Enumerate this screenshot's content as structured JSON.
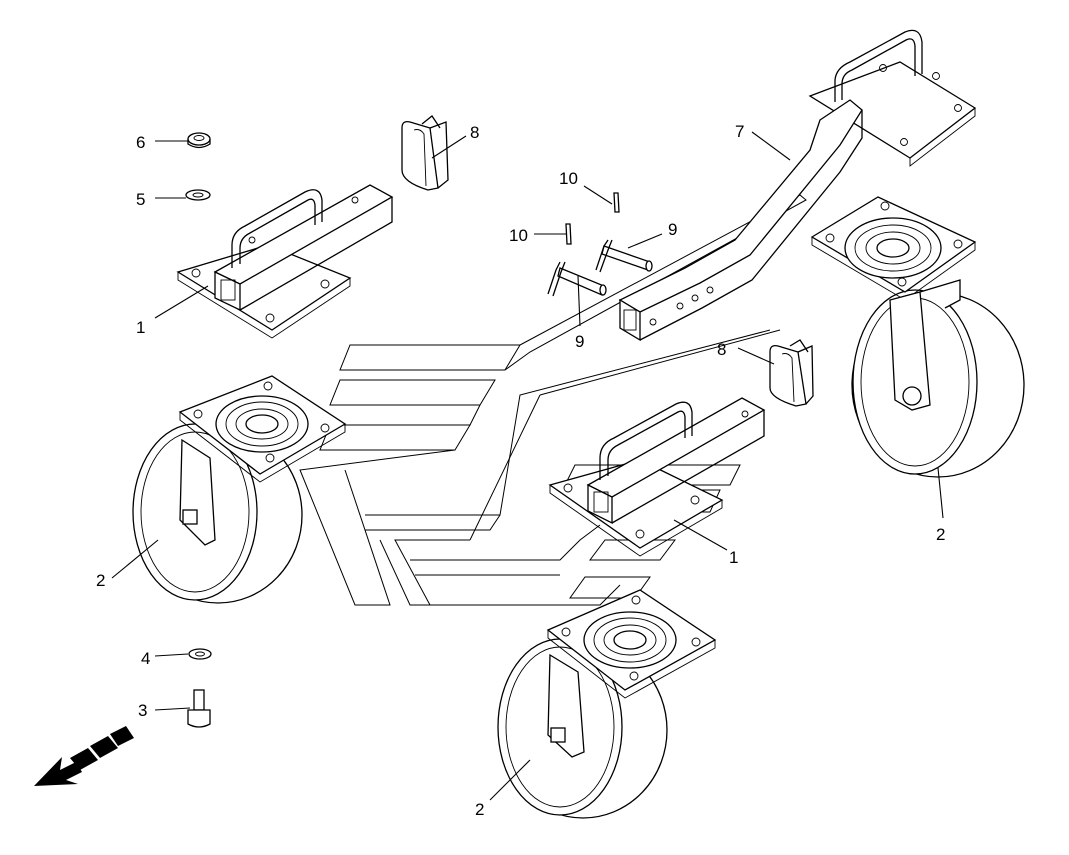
{
  "callouts": {
    "c1a": "1",
    "c1b": "1",
    "c2a": "2",
    "c2b": "2",
    "c2c": "2",
    "c3": "3",
    "c4": "4",
    "c5": "5",
    "c6": "6",
    "c7": "7",
    "c8a": "8",
    "c8b": "8",
    "c9a": "9",
    "c9b": "9",
    "c10a": "10",
    "c10b": "10"
  }
}
